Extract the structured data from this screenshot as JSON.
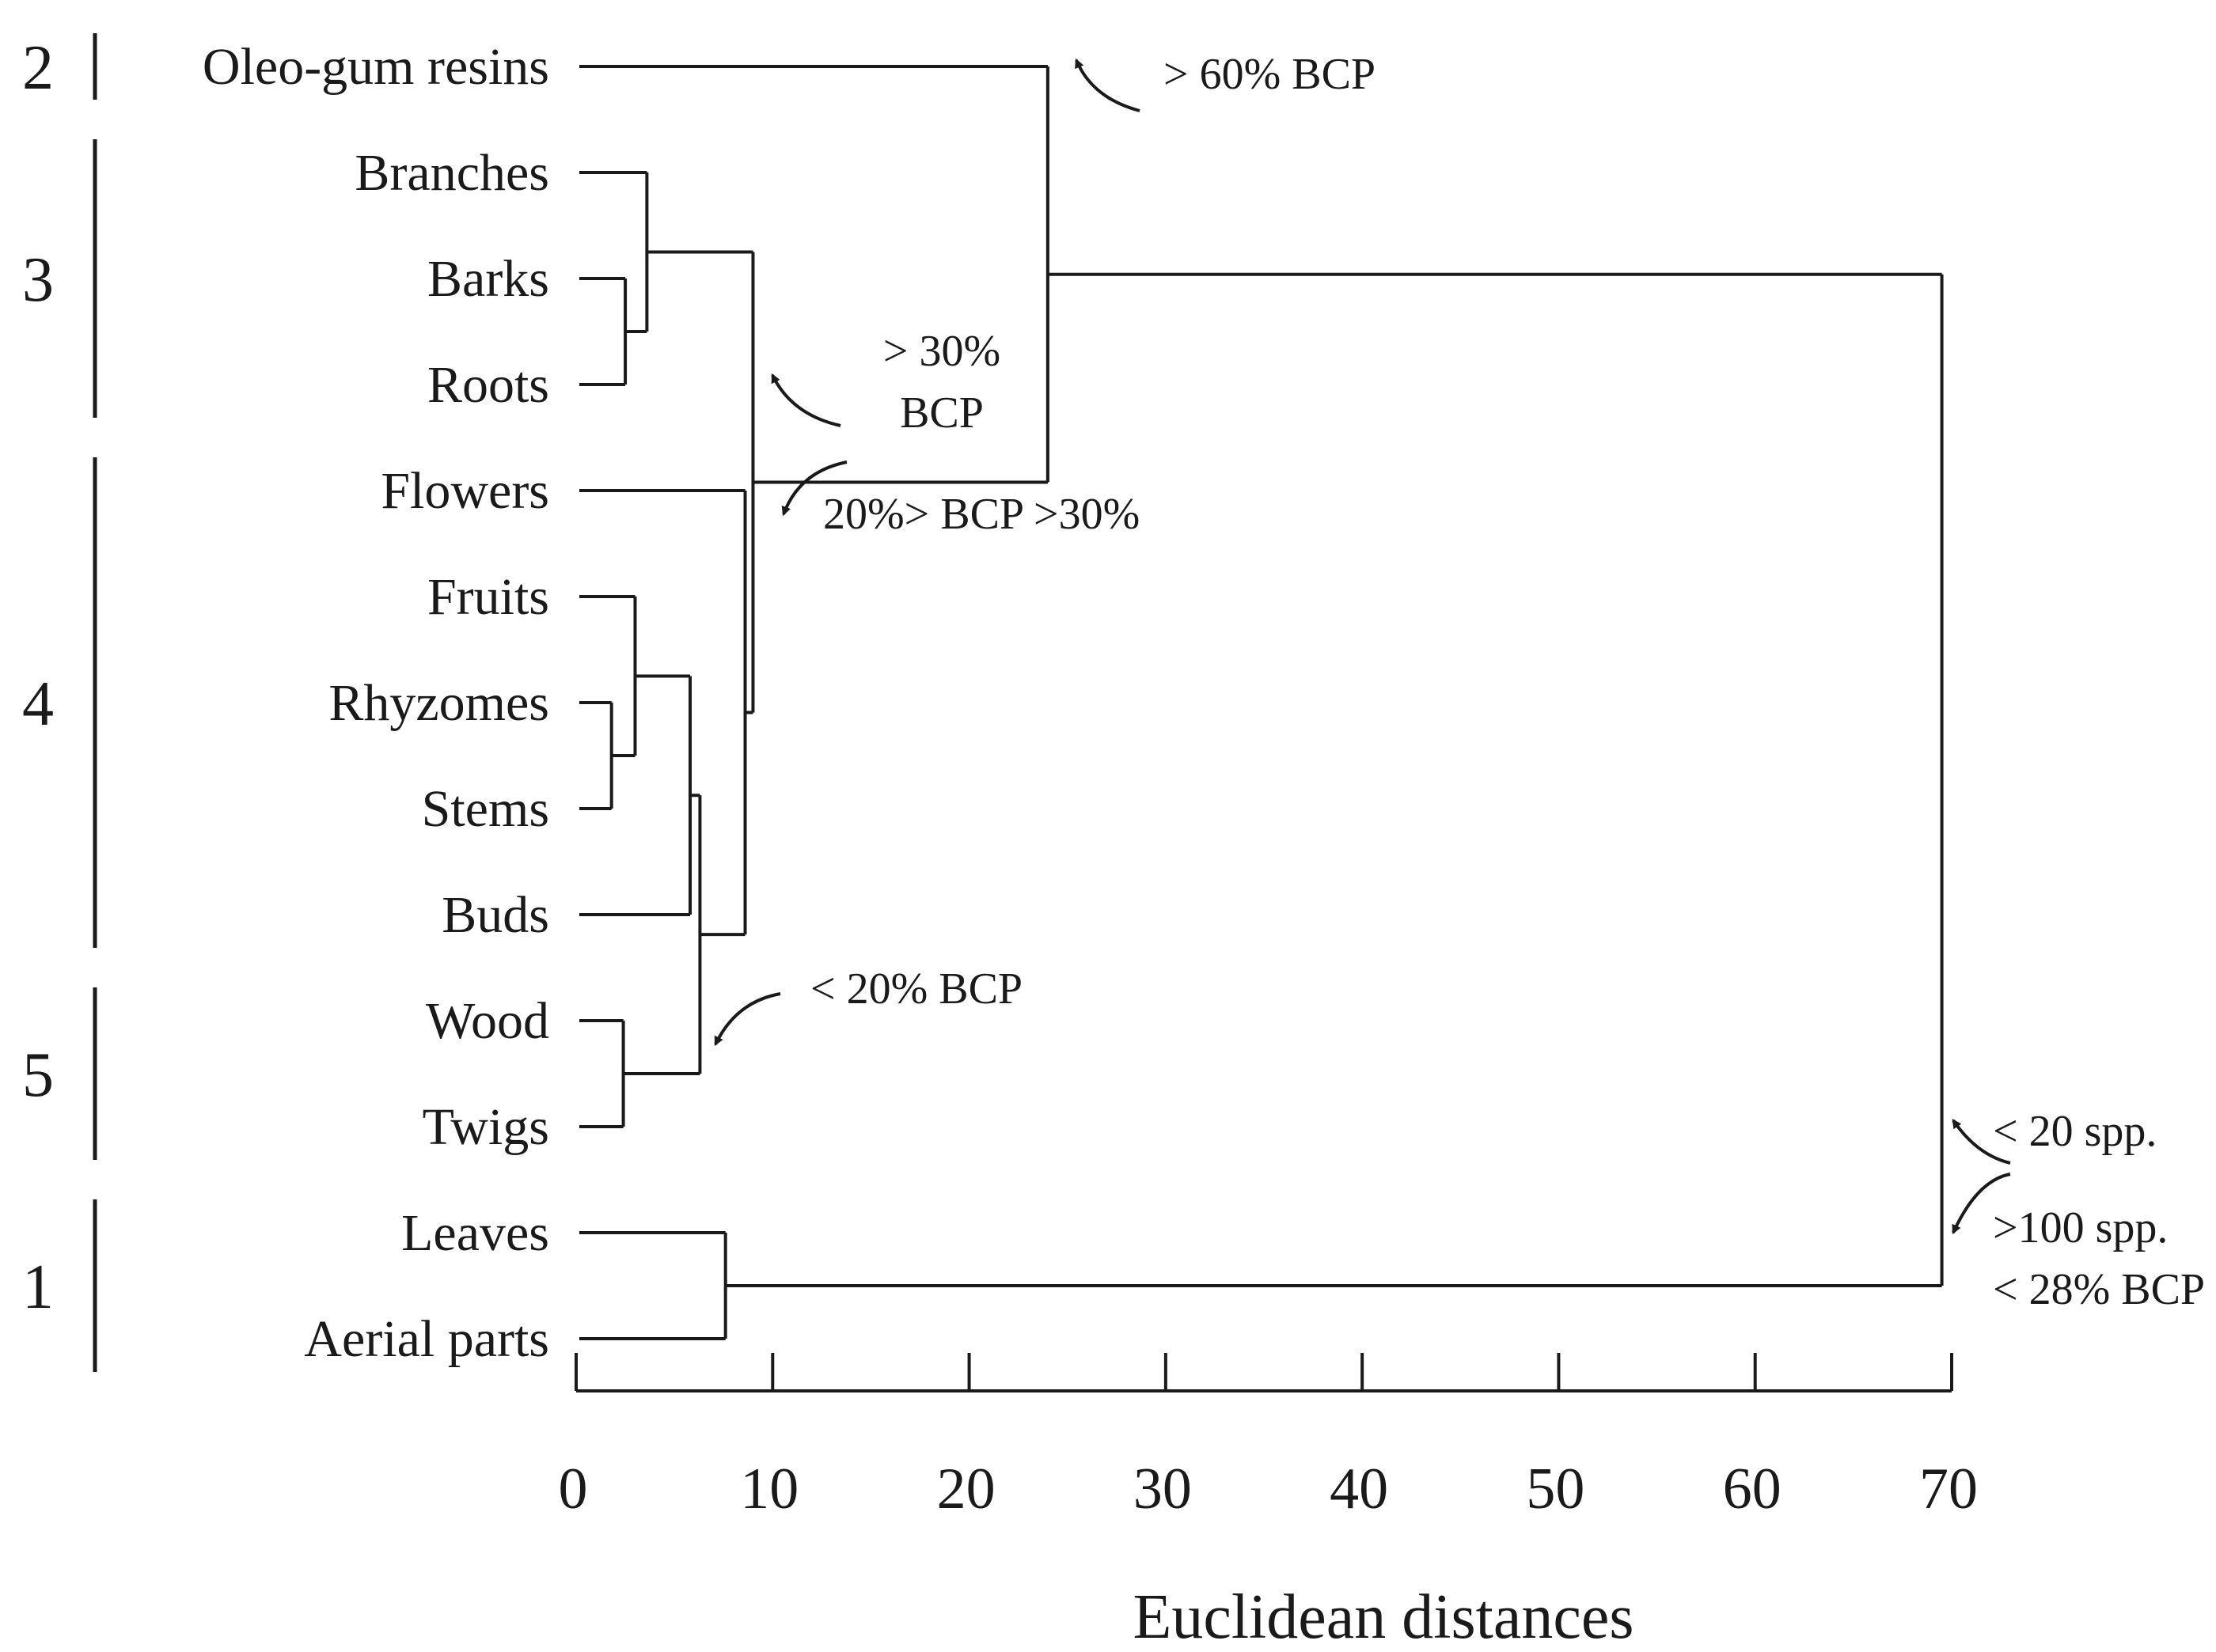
{
  "chart_data": {
    "type": "dendrogram",
    "orientation": "horizontal",
    "xlabel": "Euclidean distances",
    "xlim": [
      0,
      70
    ],
    "xticks": [
      0,
      10,
      20,
      30,
      40,
      50,
      60,
      70
    ],
    "leaves": [
      "Oleo-gum resins",
      "Branches",
      "Barks",
      "Roots",
      "Flowers",
      "Fruits",
      "Rhyzomes",
      "Stems",
      "Buds",
      "Wood",
      "Twigs",
      "Leaves",
      "Aerial parts"
    ],
    "merges": [
      {
        "id": "c1",
        "children": [
          "Barks",
          "Roots"
        ],
        "height": 2.5
      },
      {
        "id": "c2",
        "children": [
          "Rhyzomes",
          "Stems"
        ],
        "height": 1.8
      },
      {
        "id": "c3",
        "children": [
          "Wood",
          "Twigs"
        ],
        "height": 2.4
      },
      {
        "id": "c4",
        "children": [
          "Fruits",
          "c2"
        ],
        "height": 3.0
      },
      {
        "id": "c5",
        "children": [
          "Branches",
          "c1"
        ],
        "height": 3.6
      },
      {
        "id": "c6",
        "children": [
          "c4",
          "Buds"
        ],
        "height": 5.8
      },
      {
        "id": "c7",
        "children": [
          "c6",
          "c3"
        ],
        "height": 6.3
      },
      {
        "id": "c8",
        "children": [
          "Leaves",
          "Aerial parts"
        ],
        "height": 7.6
      },
      {
        "id": "c9",
        "children": [
          "Flowers",
          "c7"
        ],
        "height": 8.6
      },
      {
        "id": "c10",
        "children": [
          "c5",
          "c9"
        ],
        "height": 9.0
      },
      {
        "id": "c11",
        "children": [
          "Oleo-gum resins",
          "c10"
        ],
        "height": 24.0
      },
      {
        "id": "c12",
        "children": [
          "c11",
          "c8"
        ],
        "height": 69.5
      }
    ],
    "groups": [
      {
        "label": "2",
        "first": "Oleo-gum resins",
        "last": "Oleo-gum resins"
      },
      {
        "label": "3",
        "first": "Branches",
        "last": "Roots"
      },
      {
        "label": "4",
        "first": "Flowers",
        "last": "Buds"
      },
      {
        "label": "5",
        "first": "Wood",
        "last": "Twigs"
      },
      {
        "label": "1",
        "first": "Leaves",
        "last": "Aerial parts"
      }
    ],
    "annotations": [
      {
        "node": "c11",
        "lines": [
          "> 60% BCP"
        ]
      },
      {
        "node": "c10",
        "lines": [
          "> 30%",
          "BCP"
        ]
      },
      {
        "node": "c9",
        "lines": [
          "20%> BCP >30%"
        ]
      },
      {
        "node": "c7",
        "lines": [
          "< 20% BCP"
        ]
      },
      {
        "node": "c12",
        "lines": [
          "< 20 spp."
        ]
      },
      {
        "node": "c12",
        "lines": [
          ">100 spp.",
          "< 28% BCP"
        ]
      }
    ]
  }
}
